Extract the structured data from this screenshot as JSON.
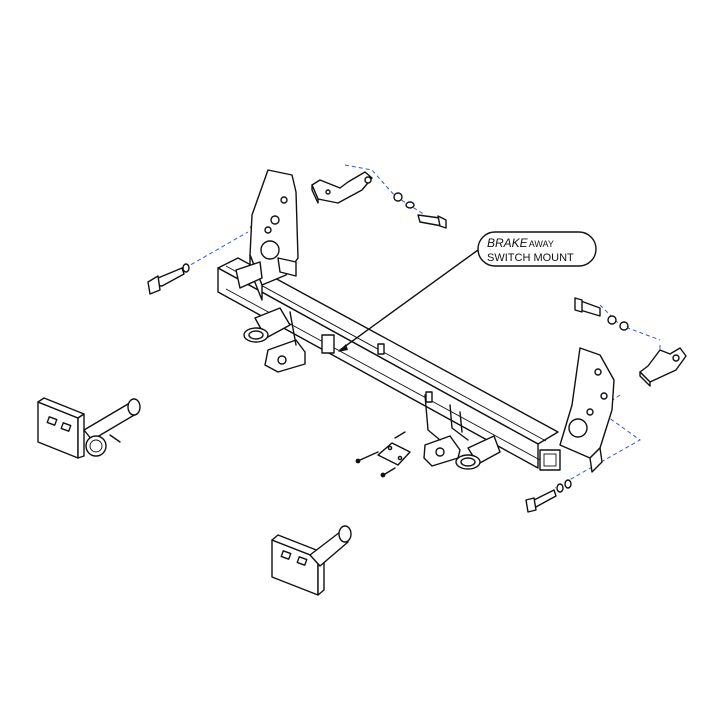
{
  "callout": {
    "brake_word": "BRAKE",
    "away_word": "AWAY",
    "line2": "SWITCH MOUNT"
  }
}
